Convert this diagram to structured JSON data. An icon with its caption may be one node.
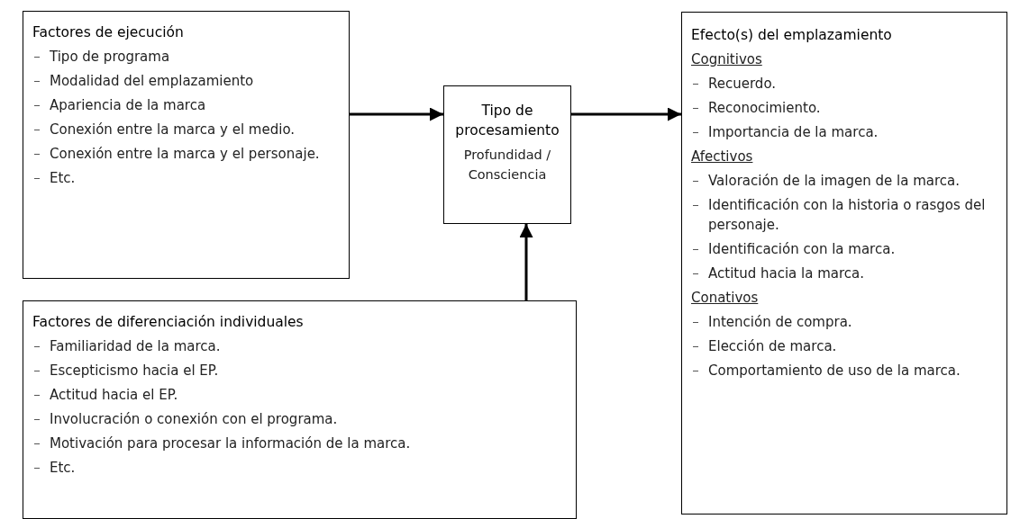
{
  "diagram": {
    "nodes": [
      {
        "text": [
          "Factores de ejecución",
          "Tipo de programa",
          "Modalidad del emplazamiento",
          "Apariencia de la marca",
          "Conexión entre la marca y el medio.",
          "Conexión entre la marca y el personaje.",
          "Etc."
        ]
      },
      {
        "text": [
          "Tipo de procesamiento",
          "Profundidad / Consciencia"
        ]
      },
      {
        "text": [
          "Factores de diferenciación individuales",
          "Familiaridad de la marca.",
          "Escepticismo hacia el EP.",
          "Actitud hacia el EP.",
          "Involucración o conexión con el programa.",
          "Motivación para procesar la información de la marca.",
          "Etc."
        ]
      },
      {
        "text": [
          "Efecto(s) del emplazamiento",
          "Cognitivos",
          "Recuerdo.",
          "Reconocimiento.",
          "Importancia de la marca.",
          "Afectivos",
          "Valoración de la imagen de la marca.",
          "Identificación con la historia o rasgos del personaje.",
          "Identificación con la marca.",
          "Actitud hacia la marca.",
          "Conativos",
          "Intención de compra.",
          "Elección de marca.",
          "Comportamiento de uso de la marca."
        ]
      }
    ],
    "edges": [
      {
        "from": 0,
        "to": 1,
        "arrow": "to"
      },
      {
        "from": 1,
        "to": 3,
        "arrow": "to"
      },
      {
        "from": 2,
        "to": 1,
        "arrow": "to"
      }
    ]
  }
}
